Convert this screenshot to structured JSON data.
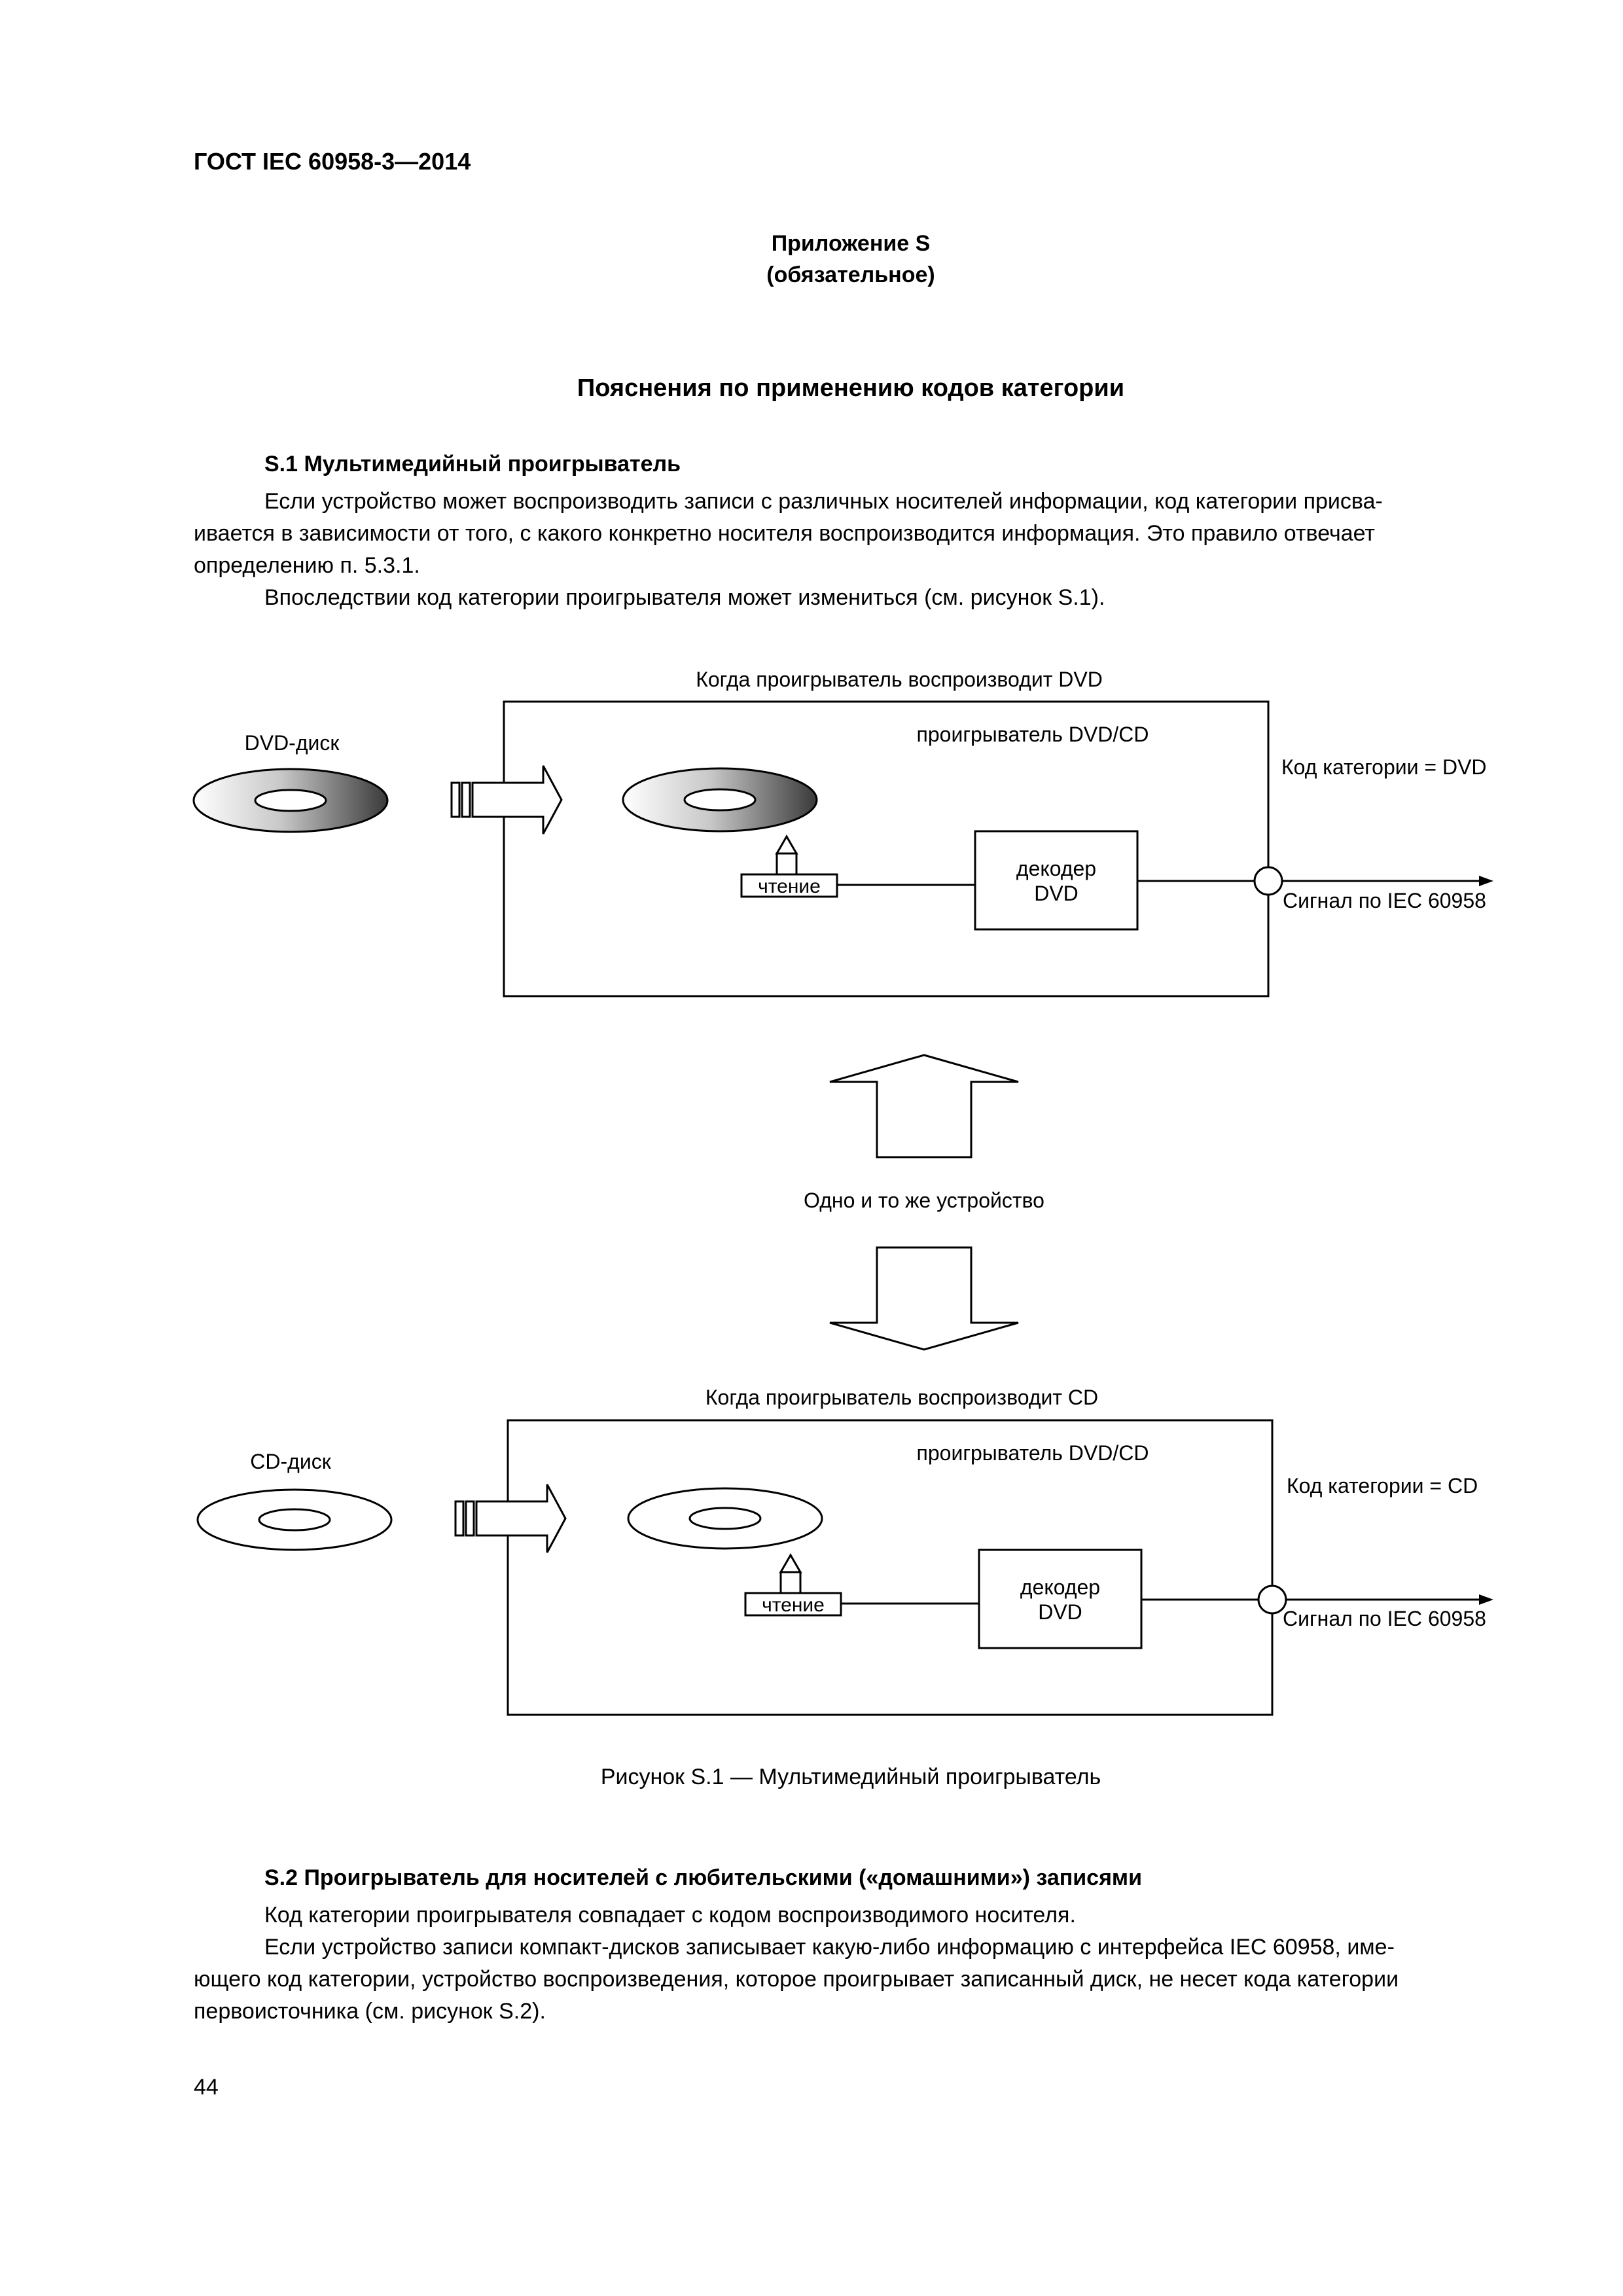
{
  "header": {
    "doc_code": "ГОСТ IEC 60958-3—2014"
  },
  "annex": {
    "title": "Приложение S",
    "status": "(обязательное)"
  },
  "section_title": "Пояснения по применению кодов категории",
  "s1": {
    "heading": "S.1 Мультимедийный проигрыватель",
    "p1_lines": [
      "Если устройство может воспроизводить записи с различных носителей информации, код категории присва-",
      "ивается в зависимости от того, с какого конкретно носителя воспроизводится информация. Это правило отвечает",
      "определению п. 5.3.1."
    ],
    "p2": "Впоследствии код категории проигрывателя может измениться (см. рисунок S.1)."
  },
  "figure": {
    "top": {
      "title": "Когда проигрыватель воспроизводит DVD",
      "disc_label": "DVD-диск",
      "player_label": "проигрыватель DVD/CD",
      "category_label": "Код категории = DVD",
      "read_label": "чтение",
      "decoder_line1": "декодер",
      "decoder_line2": "DVD",
      "signal_label": "Сигнал по IEC 60958"
    },
    "middle_label": "Одно и то же устройство",
    "bottom": {
      "title": "Когда проигрыватель воспроизводит CD",
      "disc_label": "CD-диск",
      "player_label": "проигрыватель DVD/CD",
      "category_label": "Код категории = CD",
      "read_label": "чтение",
      "decoder_line1": "декодер",
      "decoder_line2": "DVD",
      "signal_label": "Сигнал по IEC 60958"
    },
    "caption": "Рисунок S.1 — Мультимедийный проигрыватель"
  },
  "s2": {
    "heading": "S.2 Проигрыватель для носителей с любительскими («домашними») записями",
    "p1": "Код категории проигрывателя совпадает с кодом воспроизводимого носителя.",
    "p2_lines": [
      "Если устройство записи компакт-дисков записывает какую-либо информацию с интерфейса IEC 60958, име-",
      "ющего код категории, устройство воспроизведения, которое проигрывает записанный диск, не несет кода категории",
      "первоисточника (см. рисунок S.2)."
    ]
  },
  "footer": {
    "page_number": "44"
  }
}
